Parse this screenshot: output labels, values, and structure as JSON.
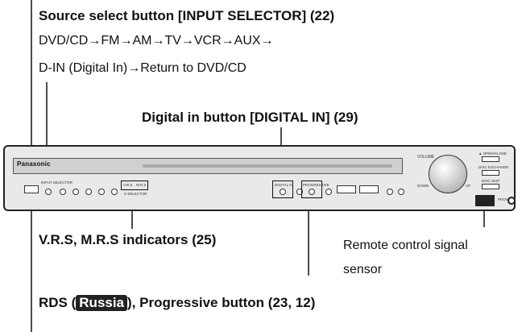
{
  "callouts": {
    "input_selector": "Source select button [INPUT SELECTOR] (22)",
    "source_order_line1": "DVD/CD→FM→AM→TV→VCR→AUX→",
    "source_order_line2": "D-IN (Digital In)→Return to DVD/CD",
    "digital_in": "Digital in button [DIGITAL IN] (29)",
    "vrs_mrs": "V.R.S, M.R.S indicators (25)",
    "remote_sensor_line1": "Remote control signal",
    "remote_sensor_line2": "sensor",
    "rds_prefix": "RDS (",
    "rds_badge": "Russia",
    "rds_suffix": "), Progressive button (23, 12)"
  },
  "device": {
    "brand": "Panasonic",
    "input_selector_label": "INPUT SELECTOR",
    "vrs_label": "V.R.S",
    "mrs_label": "M.R.S",
    "selector_label": "S SELECTOR",
    "digital_in_label": "DIGITAL IN",
    "progressive_label": "PROGRESSIVE",
    "volume_label": "VOLUME",
    "down_label": "DOWN",
    "up_label": "UP",
    "open_close_label": "▲ OPEN/CLOSE",
    "disc_exchange_label": "DISC EXCHANGE",
    "disc_skip_label": "DISC SKIP",
    "phones_label": "PHONES"
  }
}
